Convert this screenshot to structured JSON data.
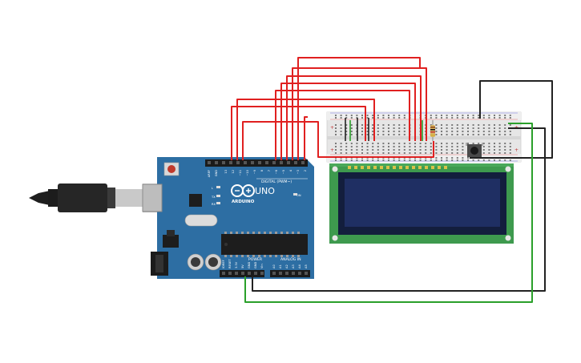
{
  "board": {
    "brand": "ARDUINO",
    "model": "UNO",
    "digital_label": "DIGITAL (PWM~)",
    "power_label": "POWER",
    "analog_label": "ANALOG IN",
    "aref": "AREF",
    "gnd": "GND",
    "tx": "TX",
    "rx": "RX",
    "l": "L",
    "on": "ON",
    "digital_pins": [
      "13",
      "12",
      "~11",
      "~10",
      "~9",
      "8",
      "7",
      "~6",
      "~5",
      "4",
      "~3",
      "2",
      "TX▸1",
      "RX◂0"
    ],
    "power_pins": [
      "IOREF",
      "RESET",
      "3.3V",
      "5V",
      "GND",
      "GND",
      "Vin"
    ],
    "analog_pins": [
      "A0",
      "A1",
      "A2",
      "A3",
      "A4",
      "A5"
    ]
  },
  "colors": {
    "board": "#2d6ea3",
    "wire_red": "#e02020",
    "wire_black": "#222222",
    "wire_green": "#2aa02a",
    "lcd_pcb": "#3e9a4e",
    "lcd_screen": "#1f2f63",
    "breadboard": "#e8e8e8"
  },
  "components": {
    "usb_cable": "usb-cable",
    "breadboard": "breadboard",
    "lcd": "lcd-16x2",
    "pushbutton": "pushbutton",
    "resistor": "resistor"
  }
}
